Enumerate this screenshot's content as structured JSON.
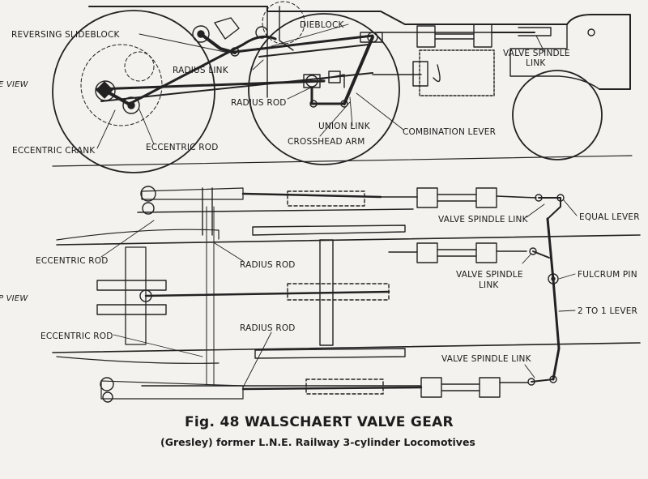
{
  "side_view": {
    "view_label": "E VIEW",
    "labels": {
      "reversing_slideblock": "REVERSING SLIDEBLOCK",
      "dieblock": "DIEBLOCK",
      "radius_link": "RADIUS LINK",
      "valve_spindle_link_1": "VALVE SPINDLE",
      "valve_spindle_link_2": "LINK",
      "radius_rod": "RADIUS ROD",
      "union_link": "UNION LINK",
      "combination_lever": "COMBINATION LEVER",
      "crosshead_arm": "CROSSHEAD ARM",
      "eccentric_crank": "ECCENTRIC CRANK",
      "eccentric_rod": "ECCENTRIC ROD"
    }
  },
  "top_view": {
    "view_label": "P VIEW",
    "labels": {
      "valve_spindle_link_top": "VALVE SPINDLE LINK",
      "equal_lever": "EQUAL LEVER",
      "eccentric_rod_upper": "ECCENTRIC ROD",
      "radius_rod_upper": "RADIUS ROD",
      "valve_spindle_link_mid_1": "VALVE SPINDLE",
      "valve_spindle_link_mid_2": "LINK",
      "fulcrum_pin": "FULCRUM PIN",
      "two_to_one_lever": "2 TO 1 LEVER",
      "eccentric_rod_lower": "ECCENTRIC ROD",
      "radius_rod_lower": "RADIUS ROD",
      "valve_spindle_link_bottom": "VALVE SPINDLE LINK"
    }
  },
  "caption": {
    "title": "Fig. 48  WALSCHAERT VALVE GEAR",
    "subtitle": "(Gresley) former L.N.E. Railway 3-cylinder Locomotives"
  }
}
